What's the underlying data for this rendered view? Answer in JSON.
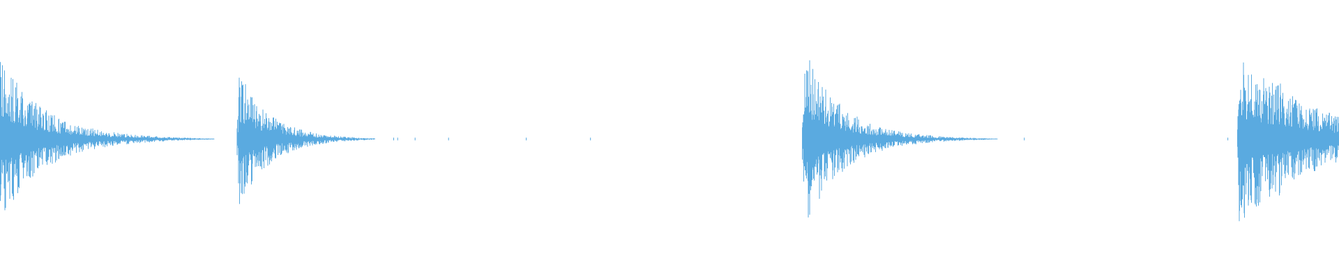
{
  "waveform": {
    "color": "#5aaae0",
    "background": "#ffffff",
    "bursts": [
      {
        "onset": 0.0,
        "peak": 0.85,
        "decay": 0.03,
        "noise_floor": 0.05,
        "tail_end": 0.16
      },
      {
        "onset": 0.178,
        "peak": 0.72,
        "decay": 0.022,
        "noise_floor": 0.03,
        "tail_end": 0.28
      },
      {
        "onset": 0.6,
        "peak": 1.0,
        "decay": 0.026,
        "noise_floor": 0.04,
        "tail_end": 0.745
      },
      {
        "onset": 0.925,
        "peak": 0.85,
        "decay": 0.06,
        "noise_floor": 0.06,
        "tail_end": 1.0
      }
    ],
    "secondary_swells": [
      {
        "center": 0.955,
        "peak": 0.62,
        "width": 0.01
      }
    ],
    "isolated_ticks": [
      0.294,
      0.297,
      0.31,
      0.335,
      0.393,
      0.441,
      0.765,
      0.917
    ]
  }
}
